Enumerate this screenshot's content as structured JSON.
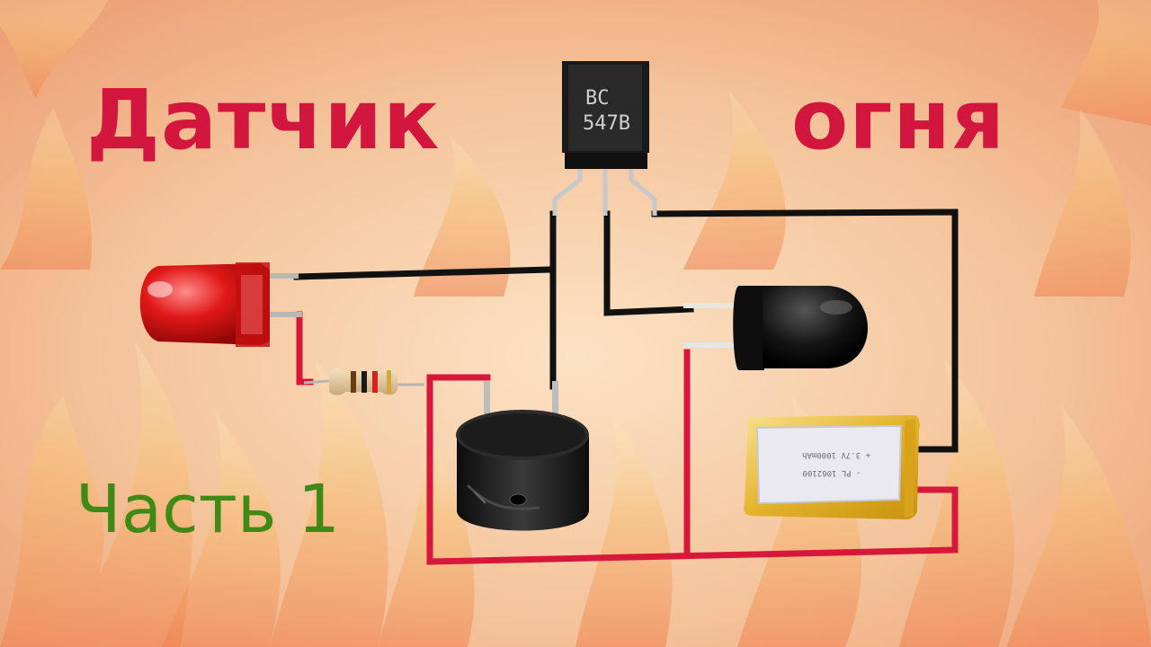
{
  "title": {
    "left_word": "Датчик",
    "right_word": "огня"
  },
  "subtitle": "Часть 1",
  "transistor": {
    "marking_line1": "BC",
    "marking_line2": "547B"
  },
  "battery": {
    "label_line1": "+ 3.7V 1000mAh",
    "label_line2": "- PL 1062100"
  },
  "colors": {
    "title": "#d3163d",
    "subtitle": "#3f8a16",
    "wire_black": "#111111",
    "wire_red": "#d8183b"
  },
  "icons": {
    "led": "red-led-icon",
    "resistor": "resistor-icon",
    "buzzer": "buzzer-icon",
    "transistor": "transistor-icon",
    "flame_sensor": "ir-flame-sensor-icon",
    "battery": "lipo-battery-icon"
  }
}
